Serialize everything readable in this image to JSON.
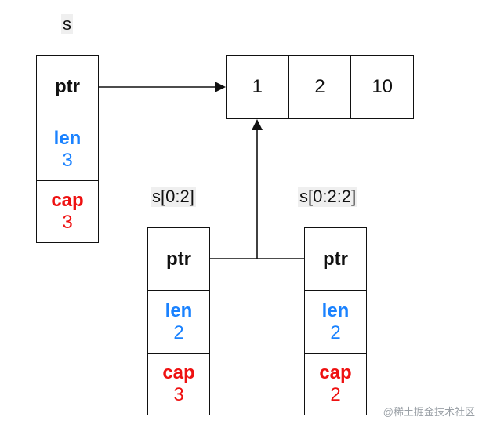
{
  "slices": [
    {
      "name": "s",
      "ptr": "ptr",
      "len_key": "len",
      "len_val": "3",
      "cap_key": "cap",
      "cap_val": "3"
    },
    {
      "name": "s[0:2]",
      "ptr": "ptr",
      "len_key": "len",
      "len_val": "2",
      "cap_key": "cap",
      "cap_val": "3"
    },
    {
      "name": "s[0:2:2]",
      "ptr": "ptr",
      "len_key": "len",
      "len_val": "2",
      "cap_key": "cap",
      "cap_val": "2"
    }
  ],
  "array": [
    "1",
    "2",
    "10"
  ],
  "watermark": "@稀土掘金技术社区",
  "colors": {
    "len": "#1a82ff",
    "cap": "#ee1111",
    "stroke": "#111111"
  }
}
